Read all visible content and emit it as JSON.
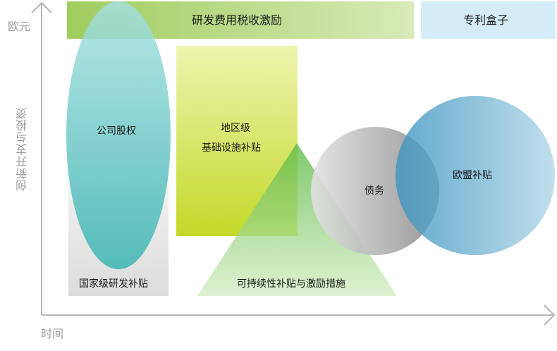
{
  "axes": {
    "y_unit": "欧元",
    "y_label": "创新开支与投资",
    "x_label": "时间"
  },
  "shapes": {
    "rd_tax_incentive": "研发费用税收激励",
    "patent_box": "专利盒子",
    "public_equity": "公司股权",
    "national_rd_subsidy": "国家级研发补贴",
    "regional_line1": "地区级",
    "regional_line2": "基础设施补贴",
    "sustainability": "可持续性补贴与激励措施",
    "debt": "债务",
    "eu_subsidy": "欧盟补贴"
  },
  "colors": {
    "green_bar": "#9fcd5e",
    "patent_blue": "#d4ecf8",
    "teal": "#3cb7b5",
    "lime": "#c6db2a",
    "triangle_green": "#b6df9a",
    "debt_gray": "#8e8e8e",
    "eu_blue": "#3f97c2",
    "axis_gray": "#b5b5b5"
  }
}
